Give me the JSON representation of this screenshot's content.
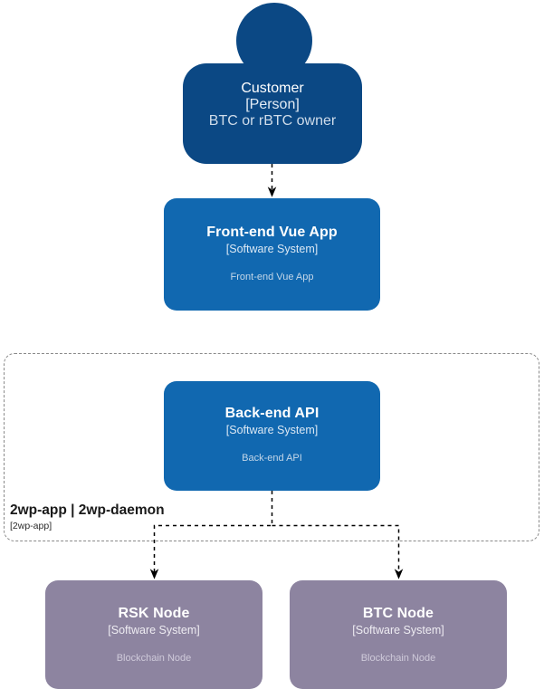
{
  "diagram": {
    "type": "C4 System Context / Container diagram",
    "background": "#ffffff",
    "colors": {
      "person": "#0b4884",
      "software_system": "#1168b0",
      "external_node": "#8d84a0",
      "boundary_stroke": "#8a8a8a",
      "edge_stroke": "#000000",
      "node_text": "#ffffff"
    }
  },
  "nodes": {
    "customer": {
      "title": "Customer",
      "meta": "[Person]",
      "desc": "BTC or rBTC owner",
      "shape": "person"
    },
    "frontend": {
      "title": "Front-end Vue App",
      "meta": "[Software System]",
      "desc": "Front-end Vue App",
      "shape": "box"
    },
    "backend": {
      "title": "Back-end API",
      "meta": "[Software System]",
      "desc": "Back-end API",
      "shape": "box"
    },
    "rsk_node": {
      "title": "RSK Node",
      "meta": "[Software System]",
      "desc": "Blockchain Node",
      "shape": "box"
    },
    "btc_node": {
      "title": "BTC Node",
      "meta": "[Software System]",
      "desc": "Blockchain Node",
      "shape": "box"
    }
  },
  "boundary": {
    "title": "2wp-app | 2wp-daemon",
    "meta": "[2wp-app]",
    "style": "dashed"
  },
  "edges": [
    {
      "id": "customer-to-frontend",
      "from": "customer",
      "to": "frontend",
      "style": "dashed",
      "arrow": "end"
    },
    {
      "id": "backend-to-rsk",
      "from": "backend",
      "to": "rsk_node",
      "style": "dashed",
      "arrow": "end"
    },
    {
      "id": "backend-to-btc",
      "from": "backend",
      "to": "btc_node",
      "style": "dashed",
      "arrow": "end"
    }
  ]
}
